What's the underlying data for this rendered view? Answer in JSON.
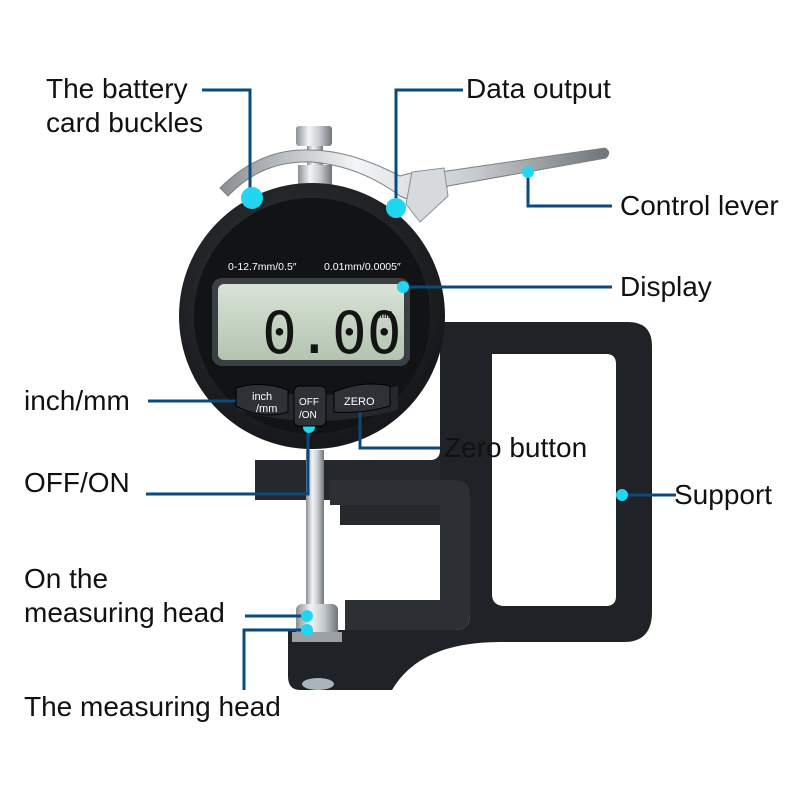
{
  "accent_color": "#0b4a7c",
  "dot_color": "#22d6f0",
  "callouts": {
    "battery": [
      "The battery",
      "card buckles"
    ],
    "data_output": "Data output",
    "control_lever": "Control lever",
    "display": "Display",
    "inch_mm": "inch/mm",
    "zero_button": "Zero button",
    "off_on": "OFF/ON",
    "support": "Support",
    "on_head": [
      "On the",
      "measuring head"
    ],
    "measuring_head": "The measuring head"
  },
  "gauge": {
    "range_label": "0-12.7mm/0.5″",
    "resolution_label": "0.01mm/0.0005″",
    "reading": "0.00",
    "unit": "mm",
    "buttons": {
      "inch_mm": [
        "inch",
        "/mm"
      ],
      "off_on": [
        "OFF",
        "/ON"
      ],
      "zero": "ZERO"
    }
  }
}
